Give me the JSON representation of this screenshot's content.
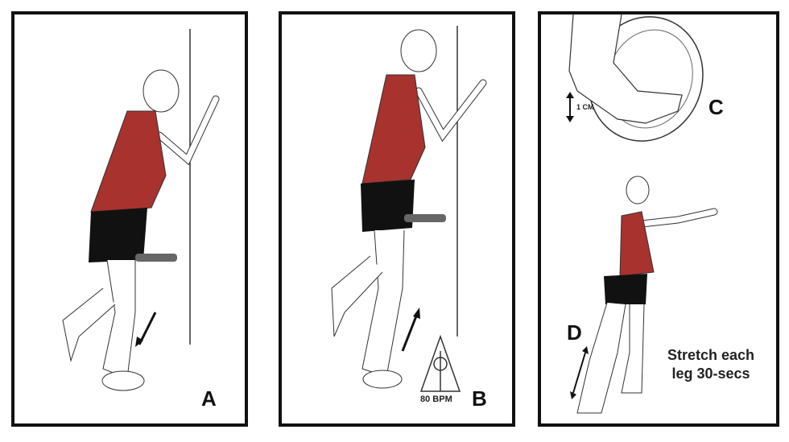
{
  "panels": [
    {
      "id": "A",
      "label": "A"
    },
    {
      "id": "B",
      "label": "B",
      "metronome": "80 BPM"
    },
    {
      "id": "C",
      "label": "C",
      "measure": "1 CM"
    },
    {
      "id": "D",
      "label": "D",
      "instruction": [
        "Stretch each",
        "leg 30-secs"
      ]
    }
  ],
  "colors": {
    "shirt": "#a8322e",
    "shorts": "#111111",
    "border": "#111111",
    "dumbbell": "#666666"
  }
}
